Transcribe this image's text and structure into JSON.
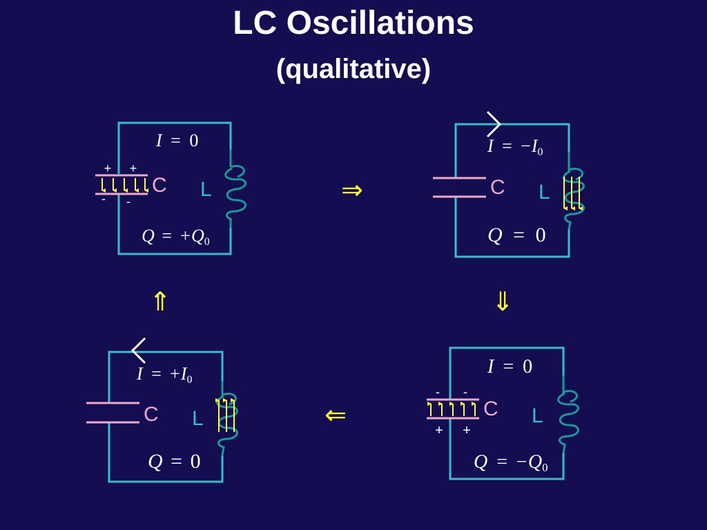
{
  "title": "LC Oscillations",
  "subtitle": "(qualitative)",
  "colors": {
    "background": "#140d52",
    "wire": "#33c0c8",
    "capacitor": "#f0a8c8",
    "inductor": "#1a9a96",
    "field": "#ffff30",
    "text": "#ffffff"
  },
  "panels": {
    "tl": {
      "current": {
        "var": "I",
        "op": "=",
        "val": "0",
        "sub": ""
      },
      "charge": {
        "var": "Q",
        "op": "=",
        "val": "+Q",
        "sub": "0"
      },
      "cap_label": "C",
      "ind_label": "L",
      "top_signs": [
        "+",
        "+"
      ],
      "bottom_signs": [
        "-",
        "-"
      ]
    },
    "tr": {
      "current": {
        "var": "I",
        "op": "=",
        "val": "−I",
        "sub": "0"
      },
      "charge": {
        "var": "Q",
        "op": "=",
        "val": "0",
        "sub": ""
      },
      "cap_label": "C",
      "ind_label": "L"
    },
    "bl": {
      "current": {
        "var": "I",
        "op": "=",
        "val": "+I",
        "sub": "0"
      },
      "charge": {
        "var": "Q",
        "op": "=",
        "val": "0",
        "sub": ""
      },
      "cap_label": "C",
      "ind_label": "L"
    },
    "br": {
      "current": {
        "var": "I",
        "op": "=",
        "val": "0",
        "sub": ""
      },
      "charge": {
        "var": "Q",
        "op": "=",
        "val": "−Q",
        "sub": "0"
      },
      "cap_label": "C",
      "ind_label": "L",
      "top_signs": [
        "-",
        "-"
      ],
      "bottom_signs": [
        "+",
        "+"
      ]
    }
  },
  "arrows": {
    "right": "⇒",
    "down": "⇓",
    "left": "⇐",
    "up": "⇑"
  }
}
